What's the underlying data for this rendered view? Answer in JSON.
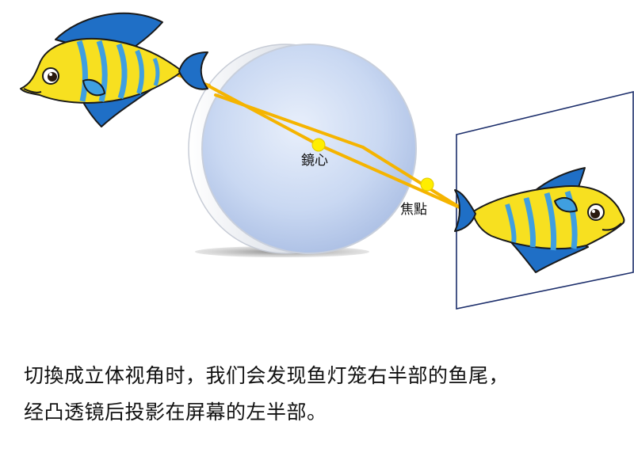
{
  "labels": {
    "lens_center": "鏡心",
    "focal_point": "焦點"
  },
  "caption": {
    "line1": "切換成立体视角时，我们会发现鱼灯笼右半部的鱼尾，",
    "line2": "经凸透镜后投影在屏幕的左半部。"
  },
  "colors": {
    "fish_body": "#f7e020",
    "fish_fin": "#1f6fc6",
    "fish_stripe": "#3f9fe0",
    "fish_outline": "#1a1a1a",
    "ray": "#f5b400",
    "point": "#ffee00",
    "screen_border": "#1c2e6b",
    "lens_face": "#c9d8f2"
  }
}
